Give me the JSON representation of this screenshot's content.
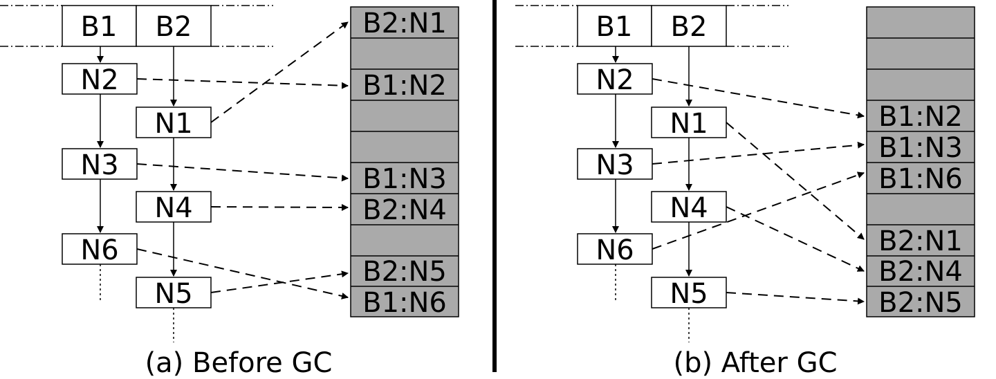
{
  "panels": [
    {
      "caption": "(a) Before GC",
      "bucket_labels": [
        "B1",
        "B2"
      ],
      "nodes": [
        "N2",
        "N1",
        "N3",
        "N4",
        "N6",
        "N5"
      ],
      "heap_slots": [
        "B2:N1",
        "",
        "B1:N2",
        "",
        "",
        "B1:N3",
        "B2:N4",
        "",
        "B2:N5",
        "B1:N6"
      ]
    },
    {
      "caption": "(b) After GC",
      "bucket_labels": [
        "B1",
        "B2"
      ],
      "nodes": [
        "N2",
        "N1",
        "N3",
        "N4",
        "N6",
        "N5"
      ],
      "heap_slots": [
        "",
        "",
        "",
        "B1:N2",
        "B1:N3",
        "B1:N6",
        "",
        "B2:N1",
        "B2:N4",
        "B2:N5"
      ]
    }
  ],
  "colors": {
    "heap_fill": "#aaaaaa",
    "line": "#000000",
    "background": "#ffffff"
  }
}
